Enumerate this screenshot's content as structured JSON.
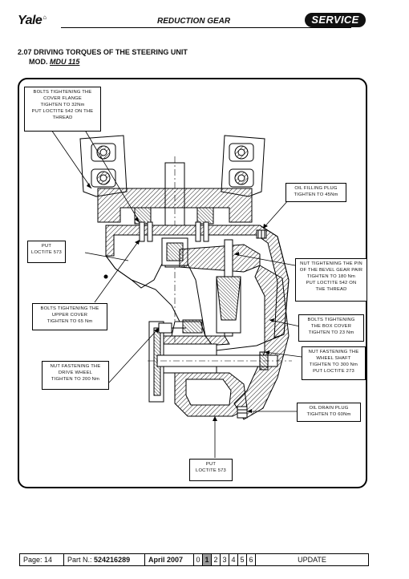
{
  "header": {
    "logo": "Yale",
    "title": "REDUCTION GEAR",
    "badge": "SERVICE"
  },
  "section": {
    "number_title": "2.07  DRIVING TORQUES OF THE STEERING UNIT",
    "model_prefix": "MOD.",
    "model": "MDU 115"
  },
  "callouts": {
    "bolts_cover_flange": [
      "BOLTS TIGHTENING THE",
      "COVER FLANGE",
      "TIGHTEN TO 32Nm",
      "PUT LOCTITE 542 ON THE",
      "THREAD"
    ],
    "oil_filling_plug": [
      "OIL FILLING PLUG",
      "TIGHTEN TO 45Nm"
    ],
    "put_loctite_upper": [
      "PUT",
      "LOCTITE 573"
    ],
    "nut_pin_bevel": [
      "NUT TIGHTENING THE PIN",
      "OF THE BEVEL GEAR PAIR",
      "TIGHTEN TO 180 Nm",
      "PUT LOCTITE 542 ON",
      "THE THREAD"
    ],
    "bolts_upper_cover": [
      "BOLTS TIGHTENING THE",
      "UPPER COVER",
      "TIGHTEN TO  65 Nm"
    ],
    "bolts_box_cover": [
      "BOLTS TIGHTENING",
      "THE BOX COVER",
      "TIGHTEN TO  23 Nm"
    ],
    "nut_drive_wheel": [
      "NUT FASTENING THE",
      "DRIVE WHEEL",
      "TIGHTEN TO 200 Nm"
    ],
    "nut_wheel_shaft": [
      "NUT FASTENING THE",
      "WHEEL SHAFT",
      "TIGHTEN TO 300 Nm",
      "PUT LOCTITE 273"
    ],
    "oil_drain_plug": [
      "OIL DRAIN PLUG",
      "TIGHTEN TO 60Nm"
    ],
    "put_loctite_lower": [
      "PUT",
      "LOCTITE 573"
    ]
  },
  "footer": {
    "page": "Page: 14",
    "part_label": "Part N.:",
    "part_number": "524216289",
    "date": "April 2007",
    "pages": [
      "0",
      "1",
      "2",
      "3",
      "4",
      "5",
      "6"
    ],
    "active_page": "1",
    "status": "UPDATE"
  }
}
